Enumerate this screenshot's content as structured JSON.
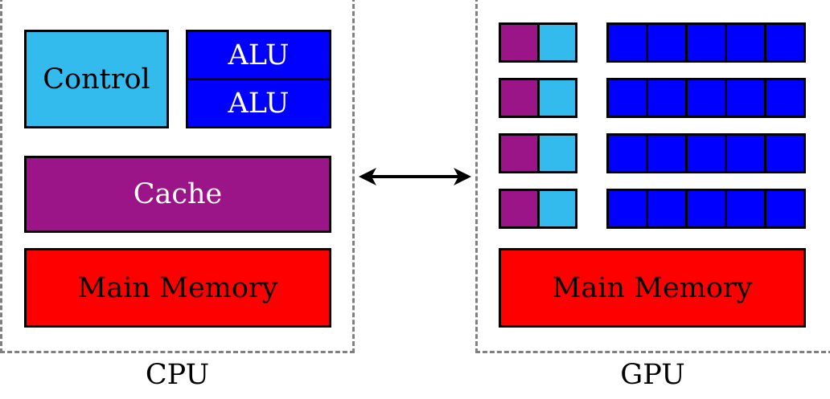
{
  "colors": {
    "control": "#33bbee",
    "alu": "#0000ff",
    "cache": "#9b1488",
    "memory": "#ff0000",
    "dashed_border": "#808080"
  },
  "cpu": {
    "caption": "CPU",
    "control_label": "Control",
    "alu_labels": [
      "ALU",
      "ALU"
    ],
    "cache_label": "Cache",
    "memory_label": "Main Memory"
  },
  "gpu": {
    "caption": "GPU",
    "memory_label": "Main Memory",
    "row_count": 4,
    "alus_per_row": 5
  },
  "connector": {
    "type": "double-arrow-icon"
  }
}
